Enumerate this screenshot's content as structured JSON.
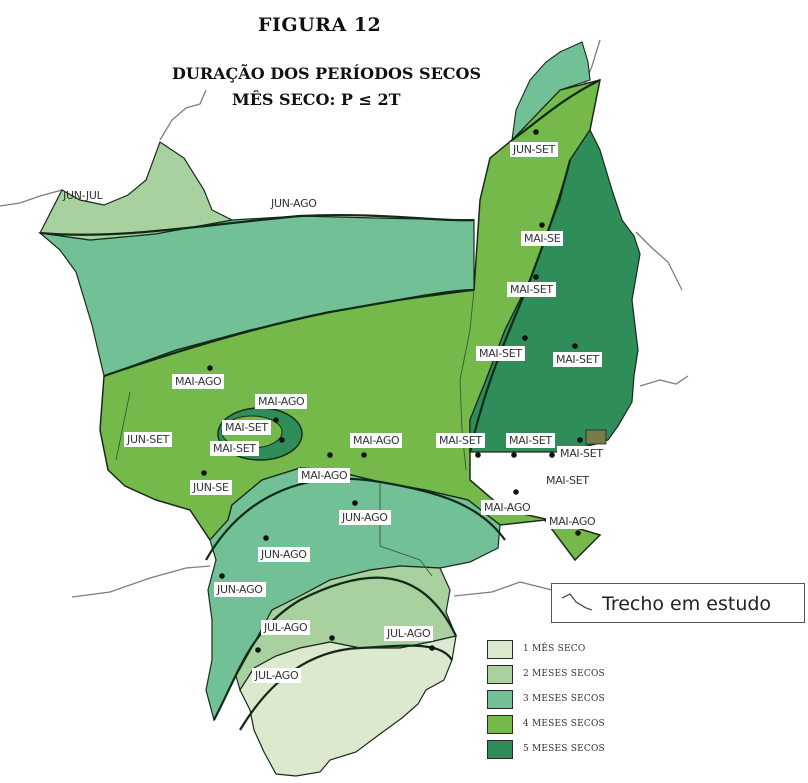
{
  "figure": {
    "title": "FIGURA 12",
    "subtitle": "DURAÇÃO DOS PERÍODOS SECOS",
    "criterion": "MÊS SECO: P ≤ 2T"
  },
  "colors": {
    "one_month": "#dde9cf",
    "two_months": "#a9d1a0",
    "three_months": "#72c095",
    "four_months": "#74b94a",
    "five_months": "#2f8d5a",
    "boundary": "#1a2a1a",
    "road": "#7d7d7d",
    "background": "#ffffff"
  },
  "map_labels": [
    {
      "id": "lbl-jun-jul",
      "text": "JUN-JUL"
    },
    {
      "id": "lbl-jun-ago-top",
      "text": "JUN-AGO"
    },
    {
      "id": "lbl-jun-set-ne",
      "text": "JUN-SET"
    },
    {
      "id": "lbl-mai-set-ne1",
      "text": "MAI-SE"
    },
    {
      "id": "lbl-mai-set-ne2",
      "text": "MAI-SET"
    },
    {
      "id": "lbl-mai-set-e1",
      "text": "MAI-SET"
    },
    {
      "id": "lbl-mai-set-e2",
      "text": "MAI-SET"
    },
    {
      "id": "lbl-mai-ago-w",
      "text": "MAI-AGO"
    },
    {
      "id": "lbl-mai-ago-c1",
      "text": "MAI-AGO"
    },
    {
      "id": "lbl-mai-set-c",
      "text": "MAI-SET"
    },
    {
      "id": "lbl-jun-set-w",
      "text": "JUN-SET"
    },
    {
      "id": "lbl-mai-set-c2",
      "text": "MAI-SET"
    },
    {
      "id": "lbl-mai-ago-c2",
      "text": "MAI-AGO"
    },
    {
      "id": "lbl-mai-set-se1",
      "text": "MAI-SET"
    },
    {
      "id": "lbl-mai-set-se2",
      "text": "MAI-SET"
    },
    {
      "id": "lbl-mai-set-se3",
      "text": "MAI-SET"
    },
    {
      "id": "lbl-jun-se",
      "text": "JUN-SE"
    },
    {
      "id": "lbl-mai-ago-c3",
      "text": "MAI-AGO"
    },
    {
      "id": "lbl-mai-set-se4",
      "text": "MAI-SET"
    },
    {
      "id": "lbl-mai-ago-se1",
      "text": "MAI-AGO"
    },
    {
      "id": "lbl-jun-ago-c",
      "text": "JUN-AGO"
    },
    {
      "id": "lbl-mai-ago-se2",
      "text": "MAI-AGO"
    },
    {
      "id": "lbl-jun-ago-s1",
      "text": "JUN-AGO"
    },
    {
      "id": "lbl-jun-ago-s2",
      "text": "JUN-AGO"
    },
    {
      "id": "lbl-jul-ago-1",
      "text": "JUL-AGO"
    },
    {
      "id": "lbl-jul-ago-2",
      "text": "JUL-AGO"
    },
    {
      "id": "lbl-jul-ago-3",
      "text": "JUL-AGO"
    }
  ],
  "inset_legend": {
    "label": "Trecho em estudo"
  },
  "legend": [
    {
      "label": "1 MÊS SECO",
      "color": "#dde9cf"
    },
    {
      "label": "2 MESES SECOS",
      "color": "#a9d1a0"
    },
    {
      "label": "3 MESES SECOS",
      "color": "#72c095"
    },
    {
      "label": "4 MESES SECOS",
      "color": "#74b94a"
    },
    {
      "label": "5 MESES SECOS",
      "color": "#2f8d5a"
    }
  ]
}
